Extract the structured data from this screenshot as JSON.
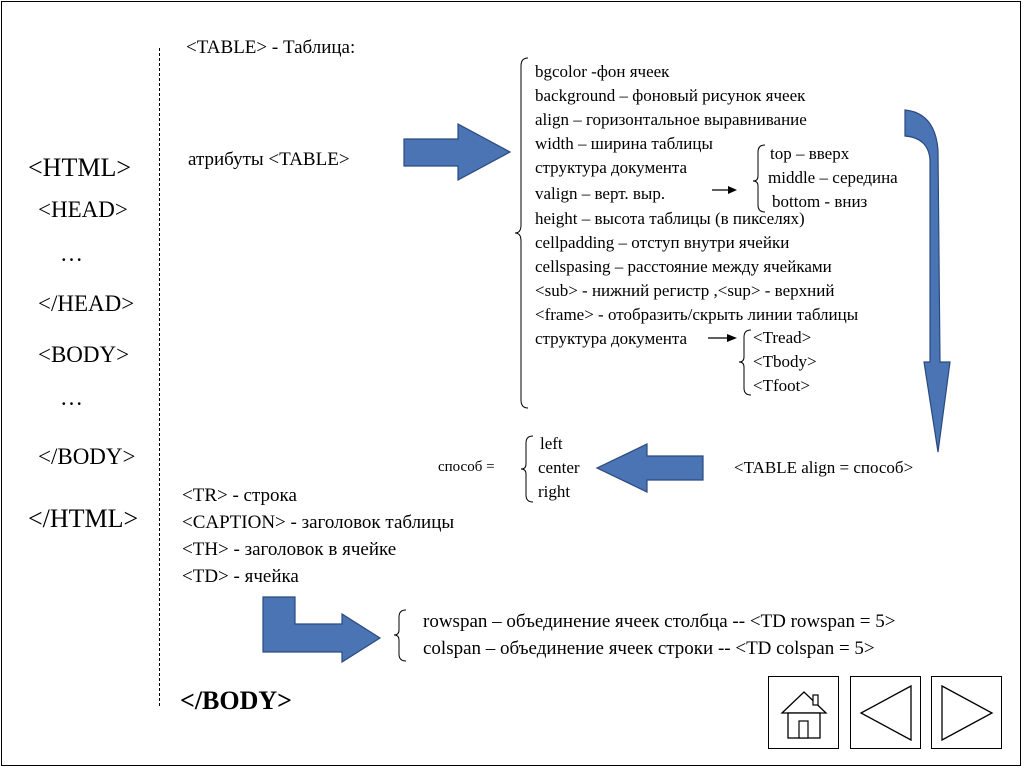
{
  "left_structure": {
    "html_open": "<HTML>",
    "head_open": "<HEAD>",
    "ellipsis_1": "…",
    "head_close": "</HEAD>",
    "body_open": "<BODY>",
    "ellipsis_2": "…",
    "body_close": "</BODY>",
    "html_close": "</HTML>"
  },
  "title": "<TABLE> - Таблица:",
  "attributes_label": "атрибуты <TABLE>",
  "attributes": [
    "bgcolor  -фон ячеек",
    "background – фоновый рисунок ячеек",
    "align – горизонтальное выравнивание",
    "width – ширина таблицы",
    "структура документа",
    "valign – верт. выр.",
    "height – высота таблицы (в пикселях)",
    "cellpadding – отступ внутри ячейки",
    "cellspasing – расстояние между ячейками",
    "<sub> - нижний регистр ,<sup>  - верхний",
    "<frame> - отобразить/скрыть линии таблицы",
    "структура документа"
  ],
  "valign_options": [
    "top – вверх",
    "middle – середина",
    "bottom - вниз"
  ],
  "structure_tags": [
    "<Tread>",
    "<Tbody>",
    "<Tfoot>"
  ],
  "table_align": "<TABLE align = способ>",
  "align_method_label": "способ =",
  "align_options": [
    "left",
    "center",
    "right"
  ],
  "other_tags": [
    "<TR> - строка",
    "<CAPTION> - заголовок таблицы",
    "<TH> - заголовок в ячейке",
    "<TD> - ячейка"
  ],
  "span_attributes": [
    "rowspan – объединение ячеек столбца -- <TD rowspan = 5>",
    "colspan – объединение ячеек строки -- <TD colspan = 5>"
  ],
  "body_close_bold": "</BODY>",
  "colors": {
    "arrow_fill": "#4a74b4",
    "arrow_stroke": "#2a4a7e"
  },
  "nav": {
    "home_icon": "home-icon",
    "back_icon": "triangle-left-icon",
    "forward_icon": "triangle-right-icon"
  }
}
